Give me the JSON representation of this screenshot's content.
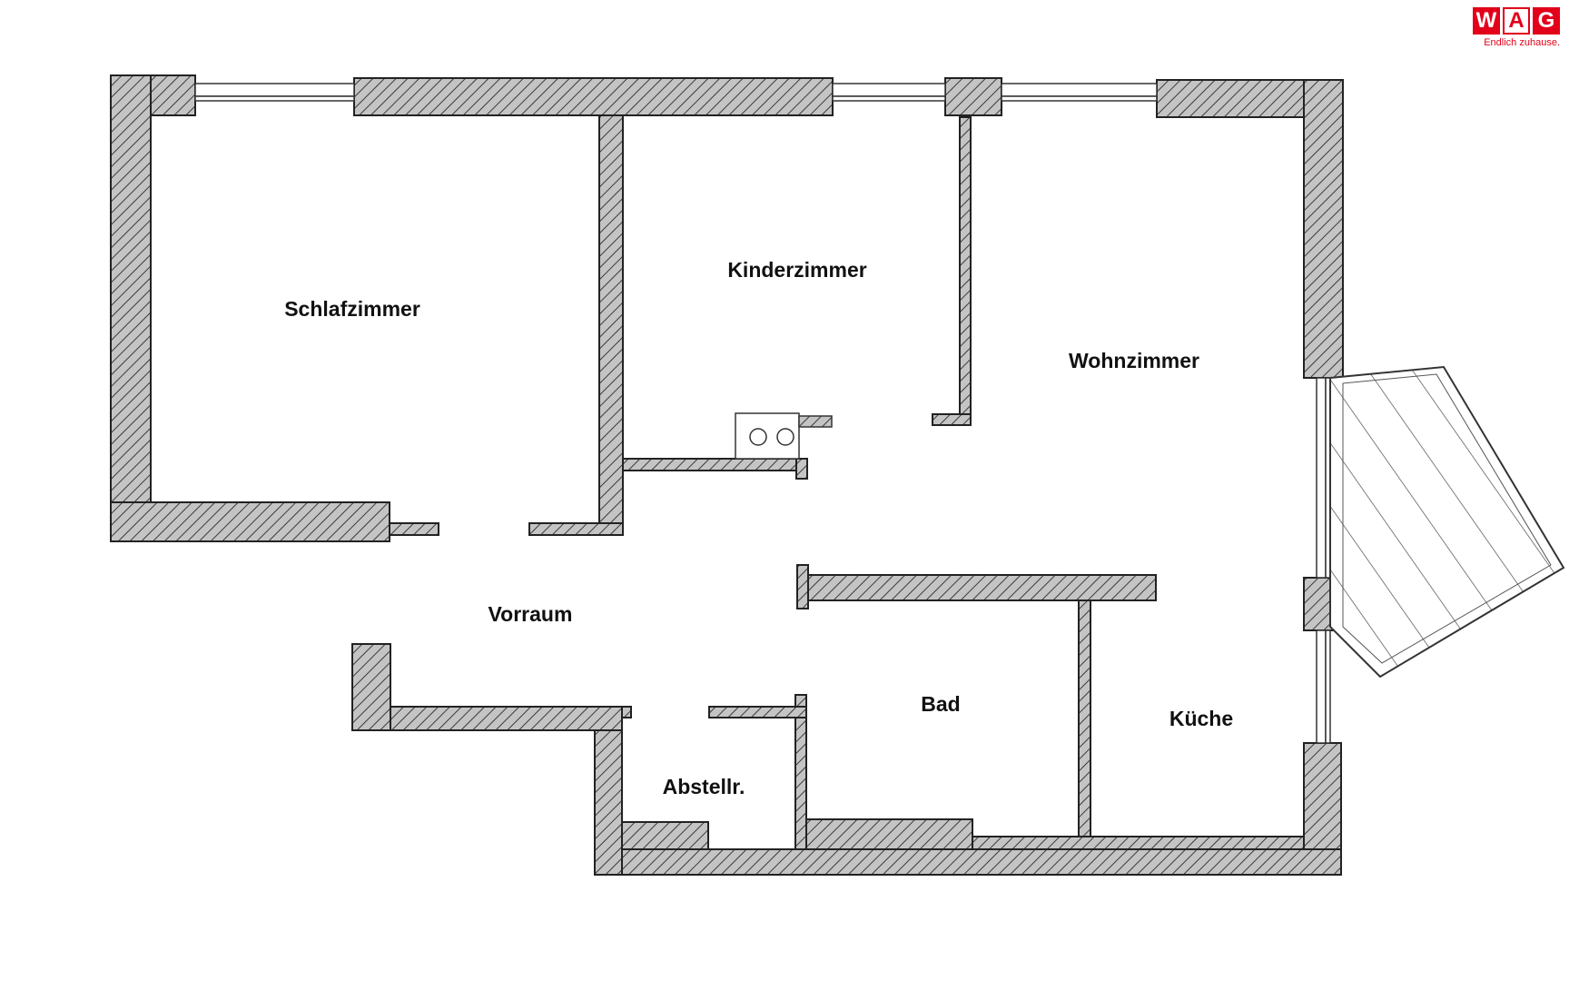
{
  "brand": {
    "letters": [
      "W",
      "A",
      "G"
    ],
    "tagline": "Endlich zuhause.",
    "color": "#e2001a"
  },
  "rooms": {
    "schlafzimmer": "Schlafzimmer",
    "kinderzimmer": "Kinderzimmer",
    "wohnzimmer": "Wohnzimmer",
    "vorraum": "Vorraum",
    "bad": "Bad",
    "kueche": "Küche",
    "abstellraum": "Abstellr."
  },
  "colors": {
    "wall_fill": "#b8b8b8",
    "wall_stroke": "#222222",
    "hatch": "#333333"
  }
}
